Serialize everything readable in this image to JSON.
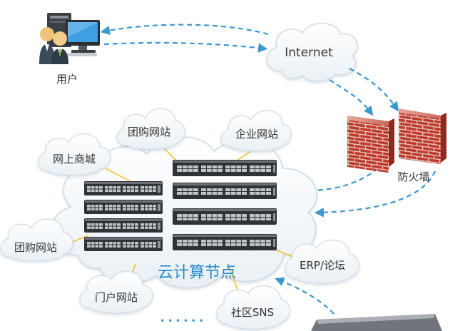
{
  "user": {
    "label": "用户"
  },
  "internet": {
    "label": "Internet"
  },
  "firewall": {
    "label": "防火墙"
  },
  "cloud": {
    "label": "云计算节点"
  },
  "services": {
    "group_buying_top": "团购网站",
    "enterprise": "企业网站",
    "online_mall": "网上商城",
    "group_buying_left": "团购网站",
    "erp_forum": "ERP/论坛",
    "portal": "门户网站",
    "community_sns": "社区SNS"
  },
  "ellipsis": "• • • • • •",
  "colors": {
    "arrow": "#3a97d0",
    "cloud_fill": "#f3f7fa",
    "cloud_stroke": "#c9d8e3",
    "connector": "#f2c230",
    "cloud_text": "#2a8ac7",
    "brick": "#c0392b"
  }
}
